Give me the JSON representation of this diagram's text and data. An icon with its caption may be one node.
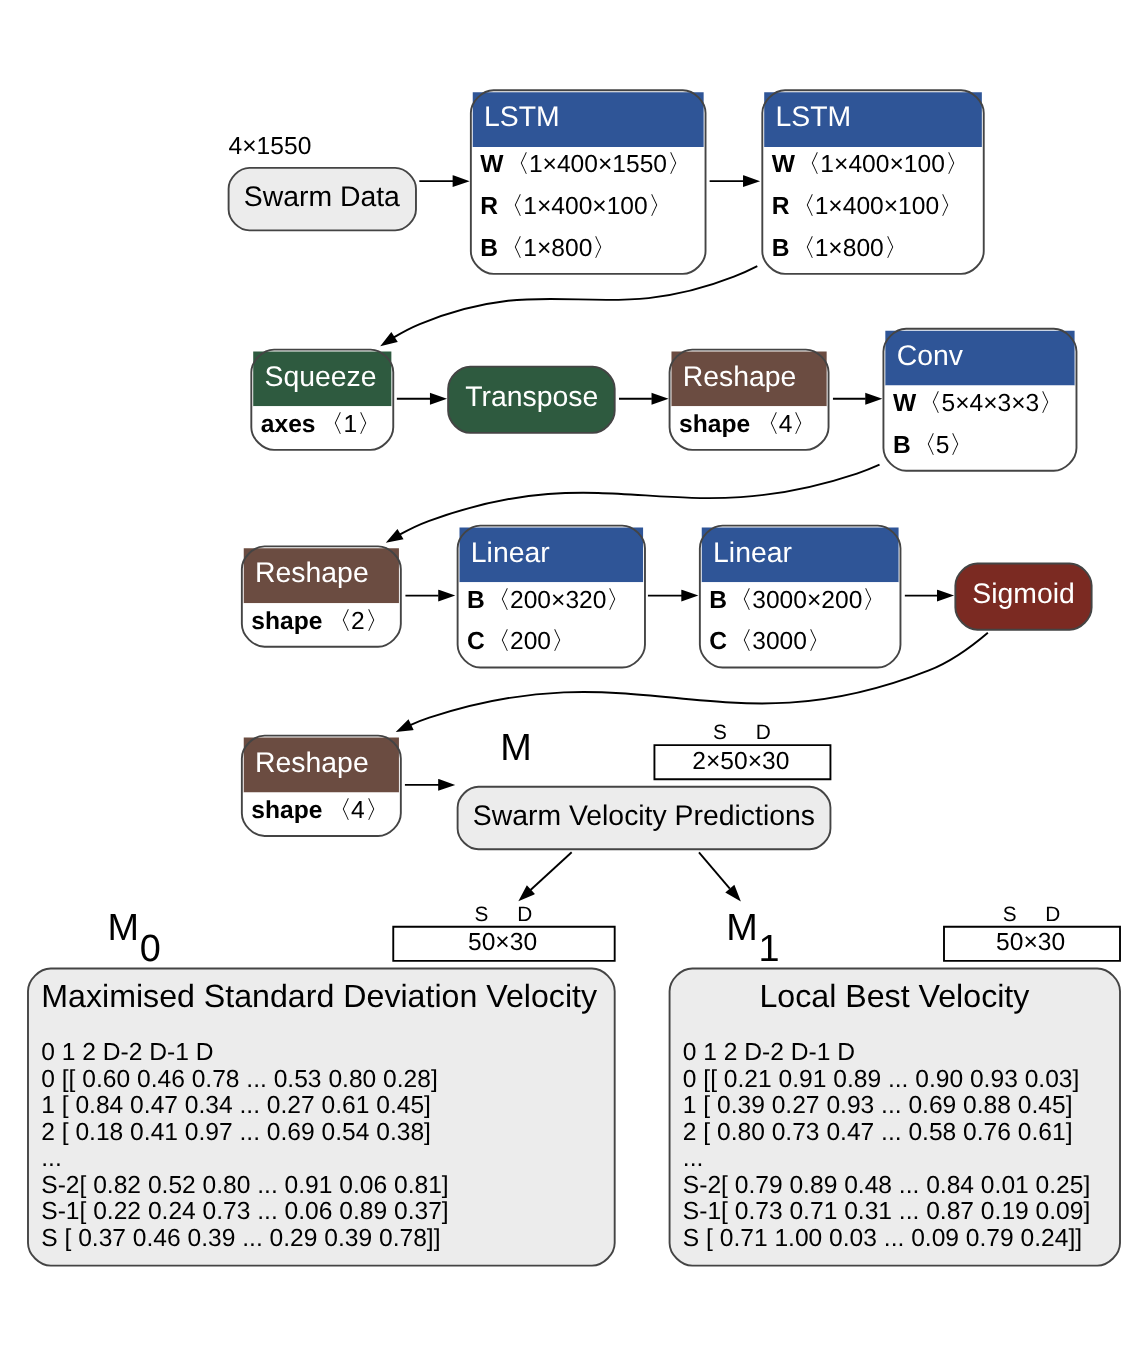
{
  "diagram": {
    "nodes": [
      {
        "text": [
          "Swarm Data"
        ],
        "beside": [
          "4×1550"
        ]
      },
      {
        "text": [
          "LSTM",
          "**W**〈1×400×1550〉",
          "**R**〈1×400×100〉",
          "**B**〈1×800〉"
        ]
      },
      {
        "text": [
          "LSTM",
          "**W**〈1×400×100〉",
          "**R**〈1×400×100〉",
          "**B**〈1×800〉"
        ]
      },
      {
        "text": [
          "Squeeze",
          "**axes**〈1〉"
        ]
      },
      {
        "text": [
          "Transpose"
        ]
      },
      {
        "text": [
          "Reshape",
          "**shape**〈4〉"
        ]
      },
      {
        "text": [
          "Conv",
          "**W**〈5×4×3×3〉",
          "**B**〈5〉"
        ]
      },
      {
        "text": [
          "Reshape",
          "**shape**〈2〉"
        ]
      },
      {
        "text": [
          "Linear",
          "**B**〈200×320〉",
          "**C**〈200〉"
        ]
      },
      {
        "text": [
          "Linear",
          "**B**〈3000×200〉",
          "**C**〈3000〉"
        ]
      },
      {
        "text": [
          "Sigmoid"
        ]
      },
      {
        "text": [
          "Reshape",
          "**shape**〈4〉"
        ]
      },
      {
        "text": [
          "Swarm Velocity Predictions"
        ],
        "beside": [
          "M",
          "S",
          "D",
          "2×50×30"
        ]
      },
      {
        "text": [
          "Maximised Standard Deviation Velocity",
          "0 1 2 D-2 D-1 D",
          "0 [[ 0.60 0.46 0.78 ... 0.53 0.80 0.28]",
          "1 [ 0.84 0.47 0.34 ... 0.27 0.61 0.45]",
          "2 [ 0.18 0.41 0.97 ... 0.69 0.54 0.38]",
          "...",
          "S-2[ 0.82 0.52 0.80 ... 0.91 0.06 0.81]",
          "S-1[ 0.22 0.24 0.73 ... 0.06 0.89 0.37]",
          "S [ 0.37 0.46 0.39 ... 0.29 0.39 0.78]]"
        ],
        "beside": [
          "M$_{0}$",
          "S",
          "D",
          "50×30"
        ]
      },
      {
        "text": [
          "Local Best Velocity",
          "0 1 2 D-2 D-1 D",
          "0 [[ 0.21 0.91 0.89 ... 0.90 0.93 0.03]",
          "1 [ 0.39 0.27 0.93 ... 0.69 0.88 0.45]",
          "2 [ 0.80 0.73 0.47 ... 0.58 0.76 0.61]",
          "...",
          "S-2[ 0.79 0.89 0.48 ... 0.84 0.01 0.25]",
          "S-1[ 0.73 0.71 0.31 ... 0.87 0.19 0.09]",
          "S [ 0.71 1.00 0.03 ... 0.09 0.79 0.24]]"
        ],
        "beside": [
          "M$_{1}$",
          "S",
          "D",
          "50×30"
        ]
      }
    ],
    "edges": [
      {
        "from": 0,
        "to": 1,
        "arrow": "to"
      },
      {
        "from": 1,
        "to": 2,
        "arrow": "to"
      },
      {
        "from": 2,
        "to": 3,
        "arrow": "to"
      },
      {
        "from": 3,
        "to": 4,
        "arrow": "to"
      },
      {
        "from": 4,
        "to": 5,
        "arrow": "to"
      },
      {
        "from": 5,
        "to": 6,
        "arrow": "to"
      },
      {
        "from": 6,
        "to": 7,
        "arrow": "to"
      },
      {
        "from": 7,
        "to": 8,
        "arrow": "to"
      },
      {
        "from": 8,
        "to": 9,
        "arrow": "to"
      },
      {
        "from": 9,
        "to": 10,
        "arrow": "to"
      },
      {
        "from": 10,
        "to": 11,
        "arrow": "to"
      },
      {
        "from": 11,
        "to": 12,
        "arrow": "to"
      },
      {
        "from": 12,
        "to": 13,
        "arrow": "to"
      },
      {
        "from": 12,
        "to": 14,
        "arrow": "to"
      }
    ]
  }
}
